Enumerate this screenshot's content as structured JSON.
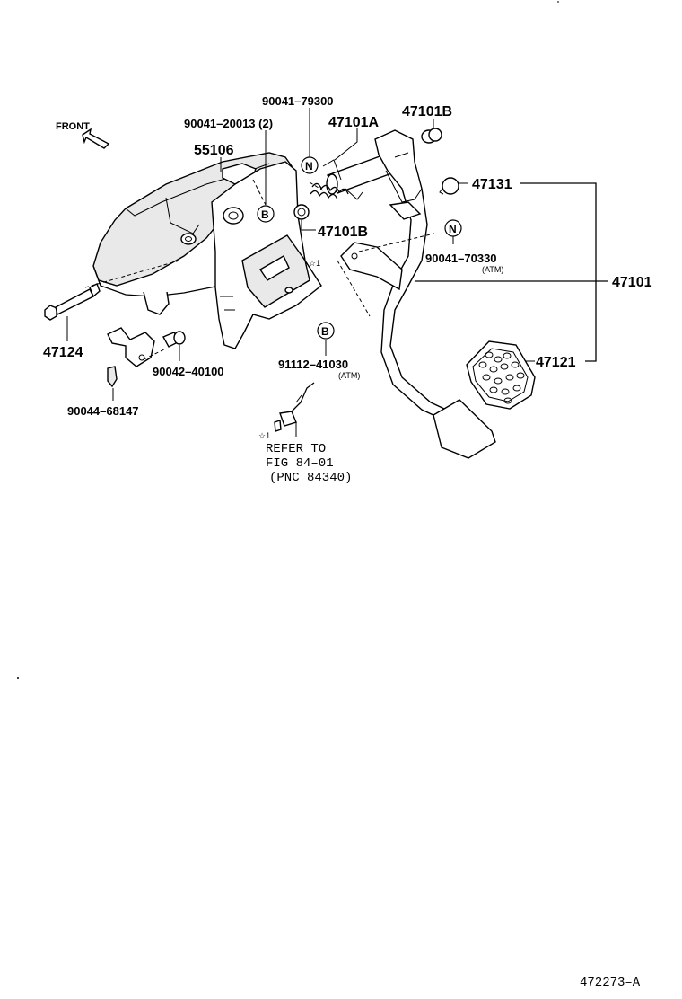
{
  "figure_id": "472273–A",
  "front_label": "FRONT",
  "callouts": {
    "p55106": "55106",
    "p90041_20013": "90041–20013 (2)",
    "p90041_79300": "90041–79300",
    "p47101A": "47101A",
    "p47101B_top": "47101B",
    "p47101B_mid": "47101B",
    "p47131": "47131",
    "p90041_70330": "90041–70330",
    "p90041_70330_note": "(ATM)",
    "p47101": "47101",
    "p47121": "47121",
    "p47124": "47124",
    "p90042_40100": "90042–40100",
    "p90044_68147": "90044–68147",
    "p91112_41030": "91112–41030",
    "p91112_41030_note": "(ATM)"
  },
  "markers": {
    "N": "N",
    "B": "B",
    "star_ref": "☆1"
  },
  "refer_note": {
    "line1": "REFER TO",
    "line2": "FIG 84–01",
    "line3": "(PNC 84340)"
  }
}
